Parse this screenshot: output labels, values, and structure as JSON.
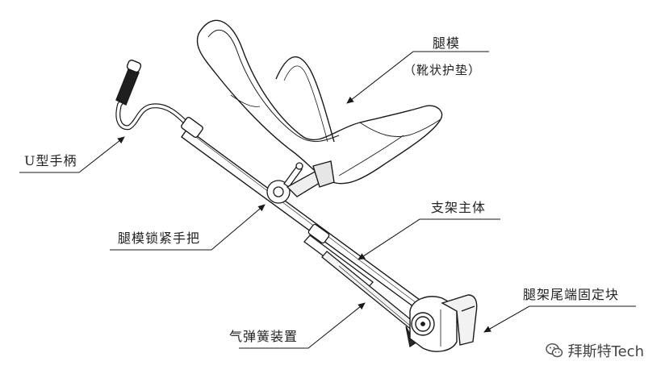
{
  "labels": {
    "leg_mold": "腿模",
    "leg_mold_sub": "（靴状护垫）",
    "u_handle": "U型手柄",
    "leg_mold_lock": "腿模锁紧手把",
    "frame_body": "支架主体",
    "gas_spring": "气弹簧装置",
    "tail_block": "腿架尾端固定块"
  },
  "watermark": {
    "text": "拜斯特Tech",
    "icon": "wechat-icon"
  },
  "colors": {
    "line": "#1a1a1a",
    "shade": "#e8e8e8",
    "dark": "#2a2a2a"
  }
}
